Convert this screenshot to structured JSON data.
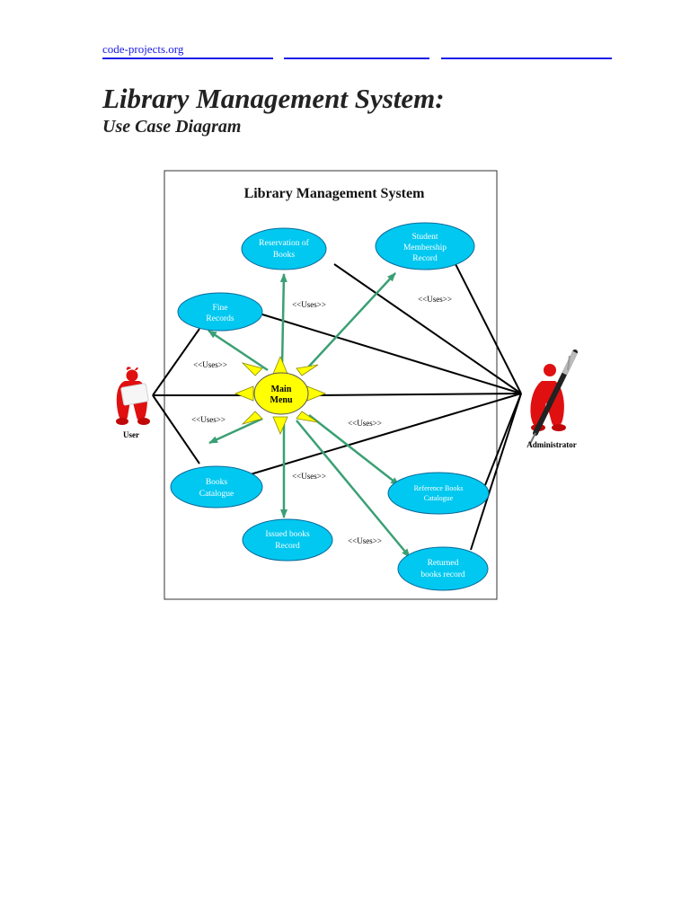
{
  "header": {
    "link_text": "code-projects.org"
  },
  "page": {
    "title": "Library Management System:",
    "subtitle": "Use Case Diagram"
  },
  "diagram": {
    "title": "Library Management System",
    "actors": {
      "user": "User",
      "admin": "Administrator"
    },
    "center": [
      "Main",
      "Menu"
    ],
    "use_cases": {
      "reservation": [
        "Reservation of",
        "Books"
      ],
      "student": [
        "Student",
        "Membership",
        "Record"
      ],
      "fine": [
        "Fine",
        "Records"
      ],
      "catalogue": [
        "Books",
        "Catalogue"
      ],
      "reference": [
        "Reference Books",
        "Catalogue"
      ],
      "issued": [
        "Issued books",
        "Record"
      ],
      "returned": [
        "Returned",
        "books record"
      ]
    },
    "uses_label": "<<Uses>>",
    "colors": {
      "use_case_fill": "#00c8f0",
      "center_fill": "#ffff00",
      "uses_arrow": "#3aa074",
      "actor_red": "#e01010"
    }
  }
}
